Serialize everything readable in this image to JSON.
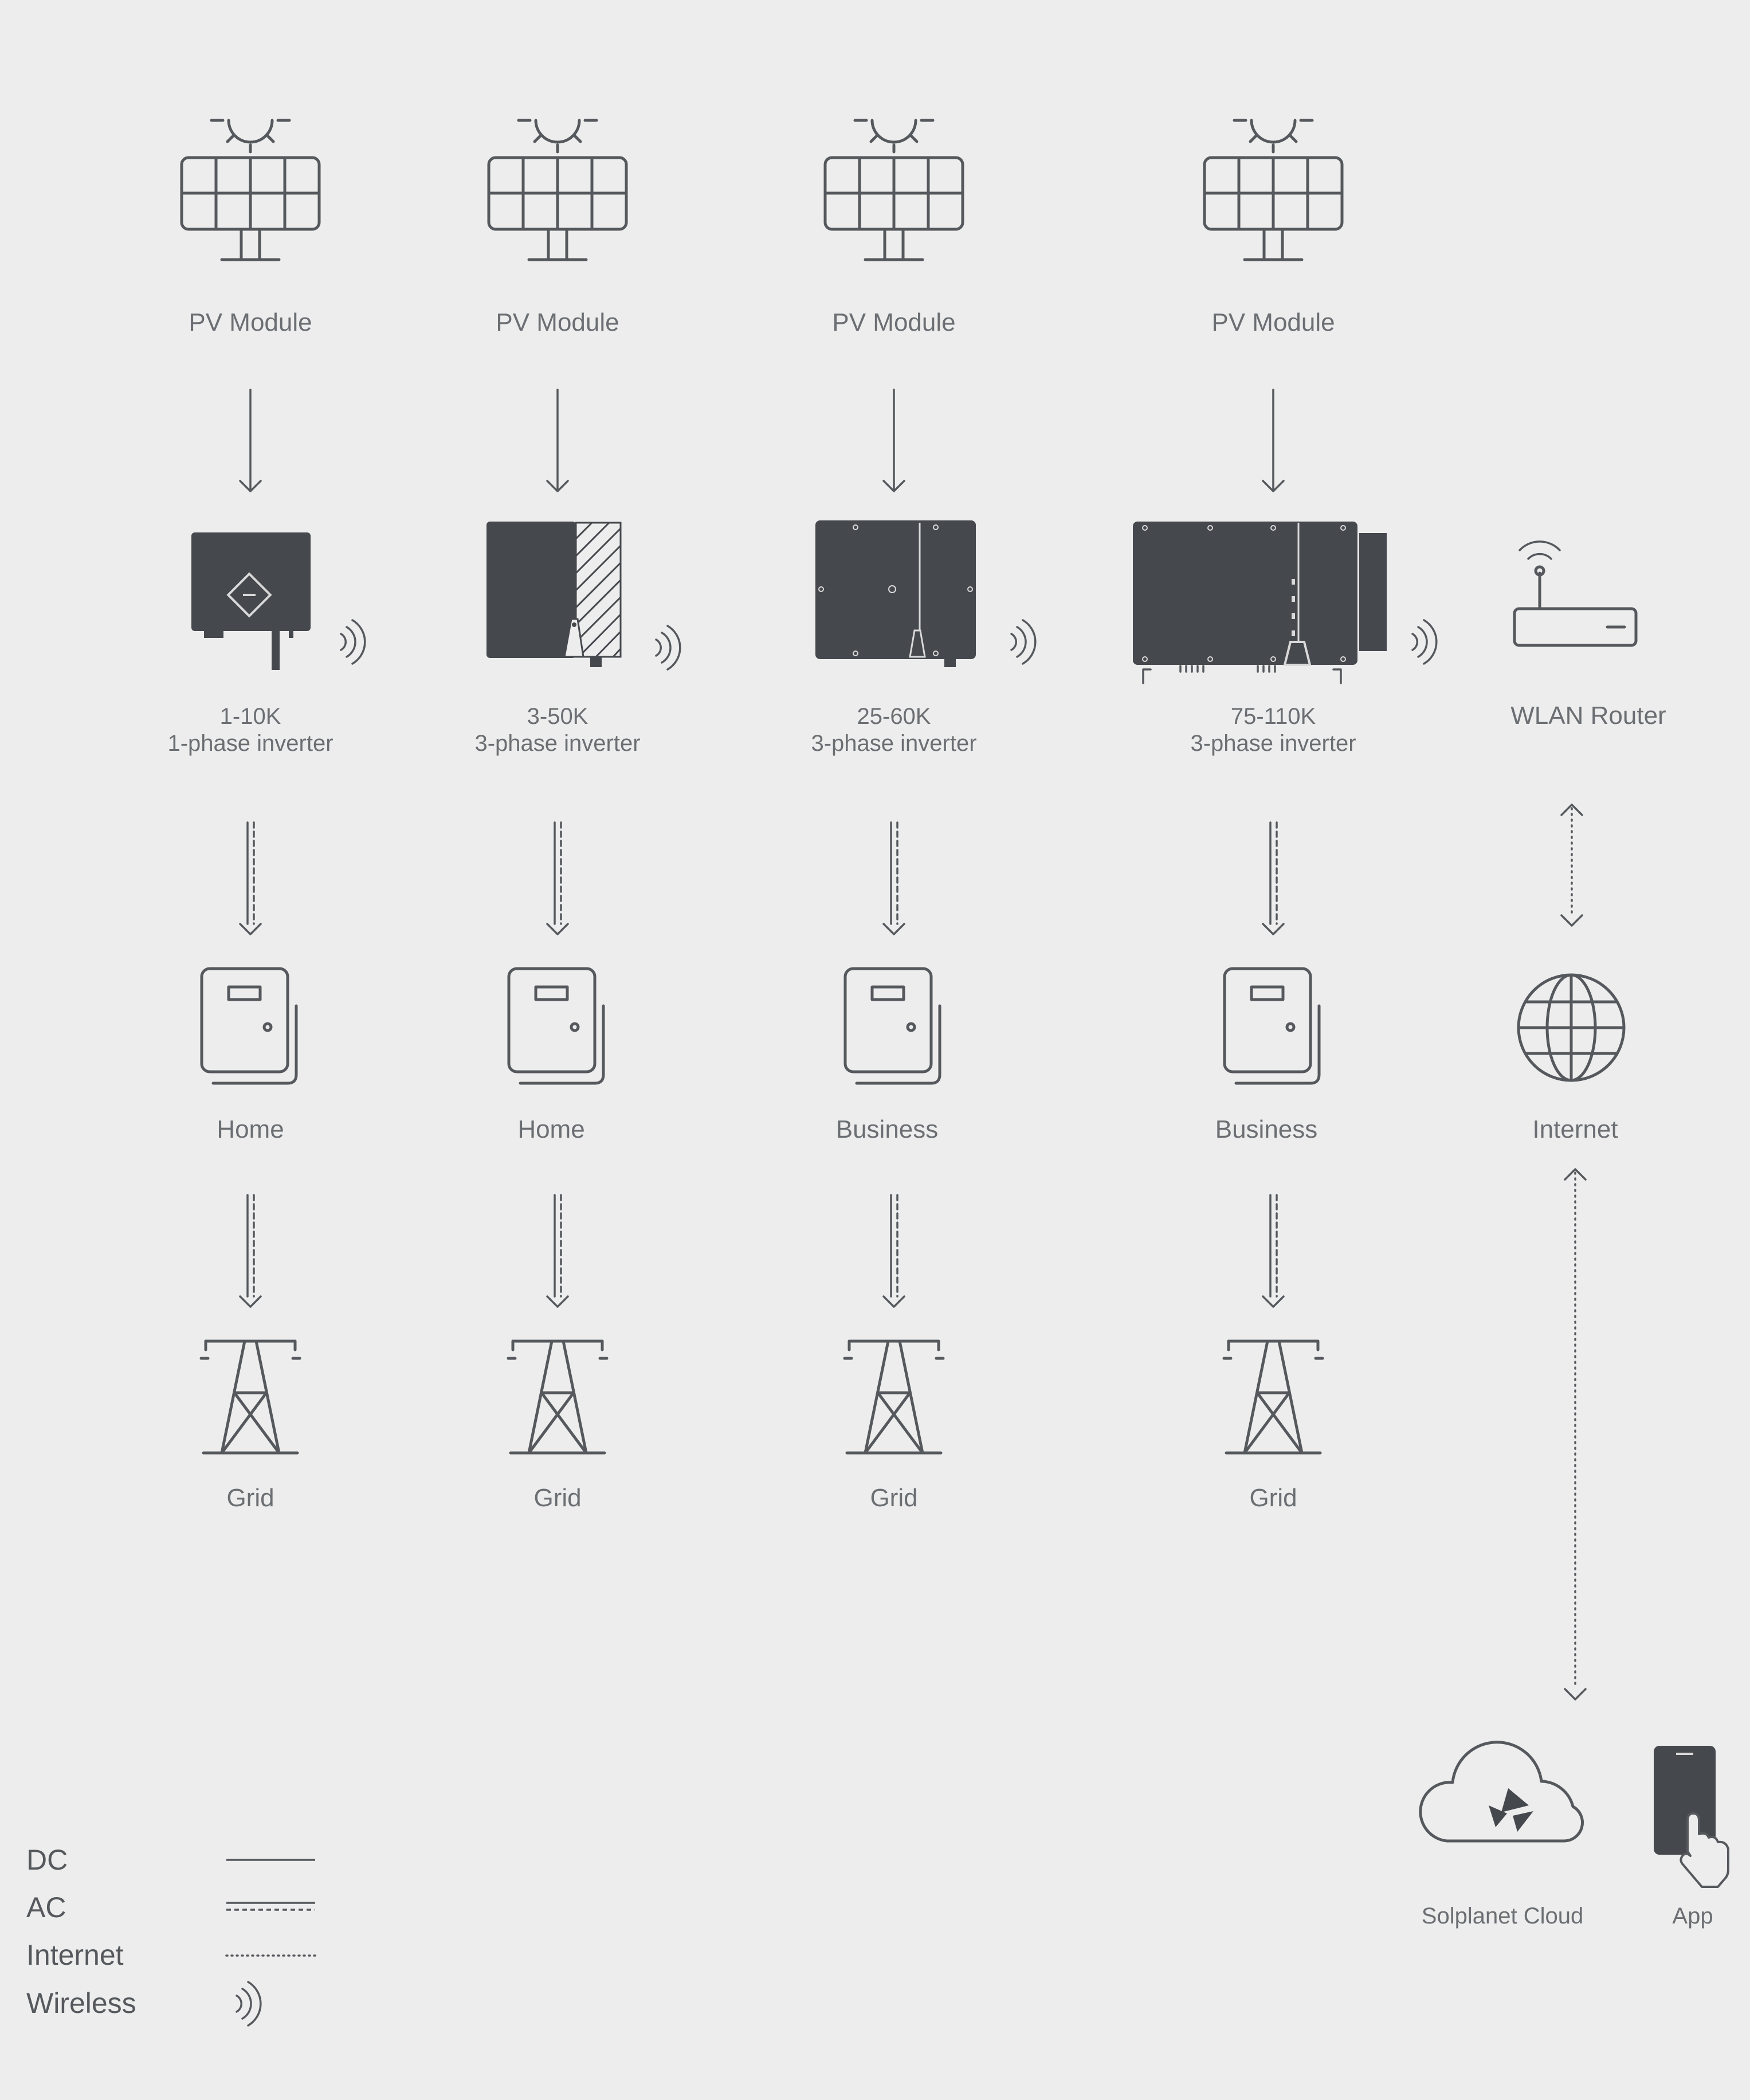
{
  "columns": [
    {
      "pv_label": "PV Module",
      "inverter_line1": "1-10K",
      "inverter_line2": "1-phase inverter",
      "site_label": "Home",
      "grid_label": "Grid"
    },
    {
      "pv_label": "PV Module",
      "inverter_line1": "3-50K",
      "inverter_line2": "3-phase inverter",
      "site_label": "Home",
      "grid_label": "Grid"
    },
    {
      "pv_label": "PV Module",
      "inverter_line1": "25-60K",
      "inverter_line2": "3-phase inverter",
      "site_label": "Business",
      "grid_label": "Grid"
    },
    {
      "pv_label": "PV Module",
      "inverter_line1": "75-110K",
      "inverter_line2": "3-phase inverter",
      "site_label": "Business",
      "grid_label": "Grid"
    }
  ],
  "network": {
    "router_label": "WLAN Router",
    "internet_label": "Internet",
    "cloud_label": "Solplanet Cloud",
    "app_label": "App"
  },
  "legend": [
    {
      "label": "DC",
      "style": "solid"
    },
    {
      "label": "AC",
      "style": "double-dashed"
    },
    {
      "label": "Internet",
      "style": "dotted"
    },
    {
      "label": "Wireless",
      "style": "wireless"
    }
  ],
  "icons": [
    "sun-icon",
    "solar-panel-icon",
    "inverter-icon",
    "wifi-router-icon",
    "house-meter-icon",
    "globe-icon",
    "power-tower-icon",
    "cloud-icon",
    "smartphone-icon",
    "wireless-signal-icon"
  ],
  "colors": {
    "background": "#ededed",
    "icon": "#55585c",
    "device_fill": "#45484d",
    "text": "#6b6e72"
  }
}
